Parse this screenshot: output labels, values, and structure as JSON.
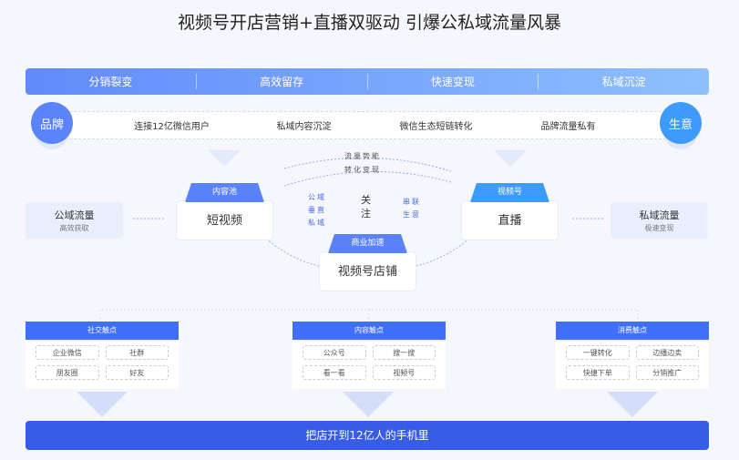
{
  "title": "视频号开店营销+直播双驱动 引爆公私域流量风暴",
  "top_bar": [
    "分销裂变",
    "高效留存",
    "快速变现",
    "私域沉淀"
  ],
  "left_circle": "品牌",
  "right_circle": "生意",
  "band": [
    "连接12亿微信用户",
    "私域内容沉淀",
    "微信生态短链转化",
    "品牌流量私有"
  ],
  "public": {
    "title": "公域流量",
    "sub": "高效获取"
  },
  "private": {
    "title": "私域流量",
    "sub": "极速变现"
  },
  "flow": {
    "top": "流量势能",
    "bottom": "转化变现"
  },
  "cards": [
    {
      "tab": "内容池",
      "label": "短视频"
    },
    {
      "tab": "视频号",
      "label": "直播"
    },
    {
      "tab": "商业加速",
      "label": "视频号店铺"
    }
  ],
  "center": {
    "left": [
      "公域",
      "垂直",
      "私域"
    ],
    "middle": "关注",
    "right": [
      "串联",
      "生意"
    ]
  },
  "panels": [
    {
      "title": "社交触点",
      "items": [
        "企业微信",
        "社群",
        "朋友圈",
        "好友"
      ]
    },
    {
      "title": "内容触点",
      "items": [
        "公众号",
        "搜一搜",
        "看一看",
        "视频号"
      ]
    },
    {
      "title": "消费触点",
      "items": [
        "一键转化",
        "边播边卖",
        "快捷下单",
        "分销推广"
      ]
    }
  ],
  "bottom": "把店开到12亿人的手机里",
  "colors": {
    "primary": "#3f6ffb",
    "bottom": "#375de6",
    "live": "#3d9bfd"
  }
}
